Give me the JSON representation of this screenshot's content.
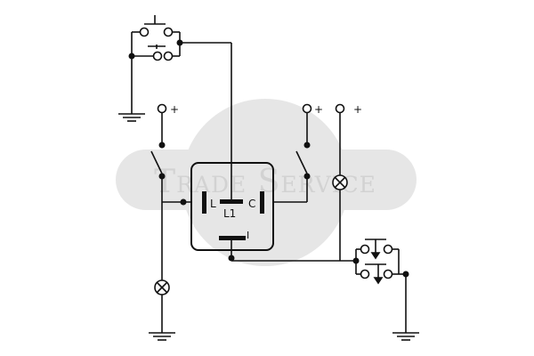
{
  "watermark": {
    "text": "Trade Service"
  },
  "relay": {
    "pin_left": "L",
    "pin_center": "L1",
    "pin_right": "C",
    "pin_bottom": "I"
  },
  "supply_labels": {
    "left": "+",
    "middle": "+",
    "right": "+"
  },
  "colors": {
    "line": "#111111",
    "watermark_disc": "#e6e6e6",
    "watermark_text": "#d2d2d2"
  }
}
